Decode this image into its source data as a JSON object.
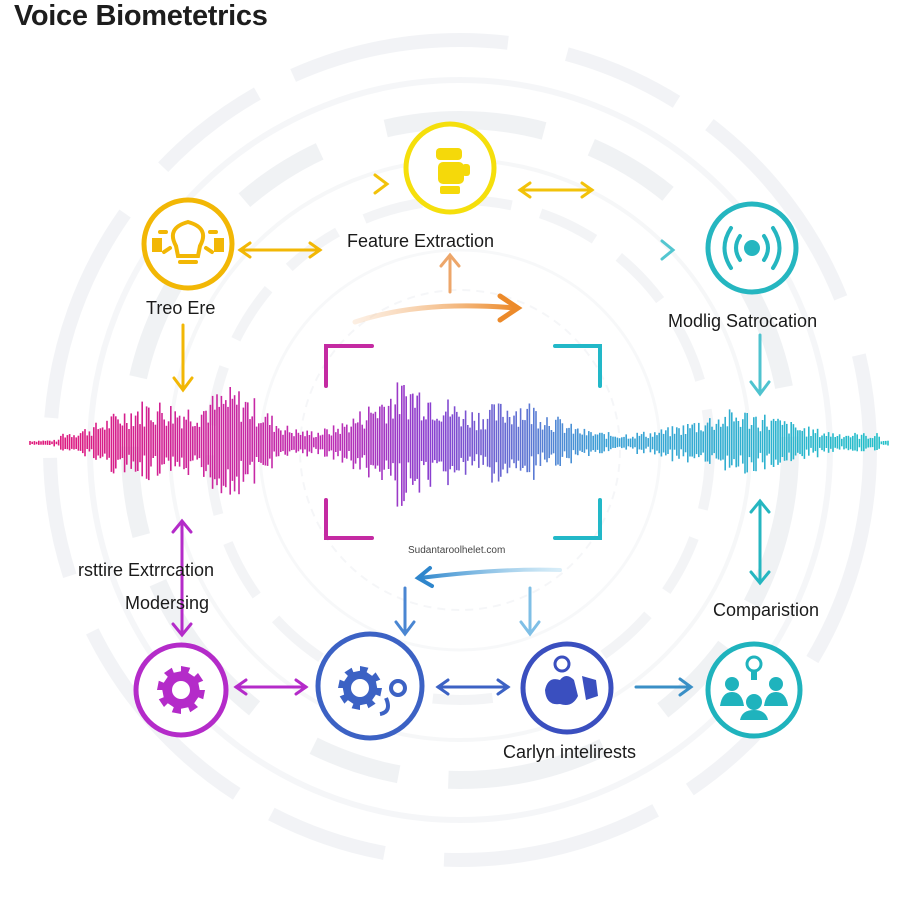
{
  "title": "Voice Biometetrics",
  "labels": {
    "top_center": "Feature Extraction",
    "top_left": "Treo Ere",
    "top_right": "Modlig Satrocation",
    "mid_left_1": "rsttire Extrrcation",
    "mid_left_2": "Modersing",
    "mid_right": "Comparistion",
    "bottom_center": "Carlyn intelirests",
    "center_small": "Sudantaroolhelet.com"
  },
  "nodes": [
    {
      "id": "node-top-left",
      "icon": "lightbulb-icon",
      "color": "#f2b705"
    },
    {
      "id": "node-top-center",
      "icon": "fist-icon",
      "color": "#f5df0c"
    },
    {
      "id": "node-top-right",
      "icon": "broadcast-icon",
      "color": "#25b6c0"
    },
    {
      "id": "node-bottom-left",
      "icon": "gear-icon",
      "color": "#b42bc9"
    },
    {
      "id": "node-bottom-center-left",
      "icon": "gear-icon",
      "color": "#3c62c4"
    },
    {
      "id": "node-bottom-center-right",
      "icon": "puzzle-icon",
      "color": "#3a4fbf"
    },
    {
      "id": "node-bottom-right",
      "icon": "people-icon",
      "color": "#1fb3bd"
    }
  ],
  "colors": {
    "waveform_start": "#e0197a",
    "waveform_mid": "#8a35c9",
    "waveform_end": "#23c0c9",
    "frame_left": "#c42aa2",
    "frame_right": "#22b8c8"
  }
}
